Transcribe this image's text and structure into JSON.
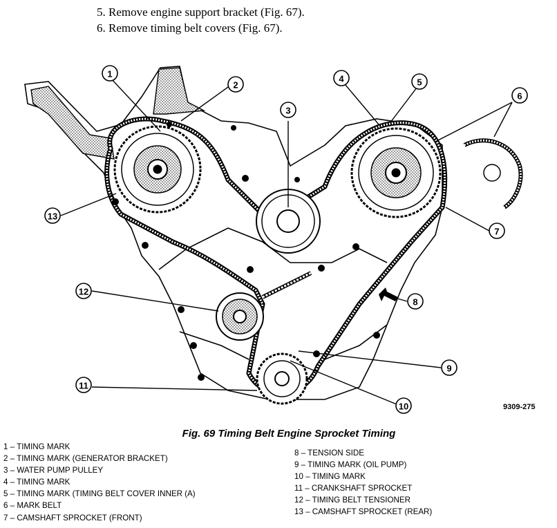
{
  "steps": [
    "5. Remove engine support bracket (Fig. 67).",
    "6. Remove timing belt covers (Fig. 67)."
  ],
  "figure": {
    "id": "9309-275",
    "caption": "Fig. 69 Timing Belt Engine Sprocket Timing",
    "callouts": [
      "1",
      "2",
      "3",
      "4",
      "5",
      "6",
      "7",
      "8",
      "9",
      "10",
      "11",
      "12",
      "13"
    ]
  },
  "legend_left": [
    "1 – TIMING MARK",
    "2 – TIMING MARK (GENERATOR BRACKET)",
    "3 – WATER PUMP PULLEY",
    "4 – TIMING MARK",
    "5 – TIMING MARK (TIMING BELT COVER INNER (A)",
    "6 – MARK BELT",
    "7 – CAMSHAFT SPROCKET (FRONT)"
  ],
  "legend_right": [
    "8 – TENSION SIDE",
    "9 – TIMING MARK (OIL PUMP)",
    "10 – TIMING MARK",
    "11 – CRANKSHAFT SPROCKET",
    "12 – TIMING BELT TENSIONER",
    "13 – CAMSHAFT SPROCKET (REAR)"
  ]
}
